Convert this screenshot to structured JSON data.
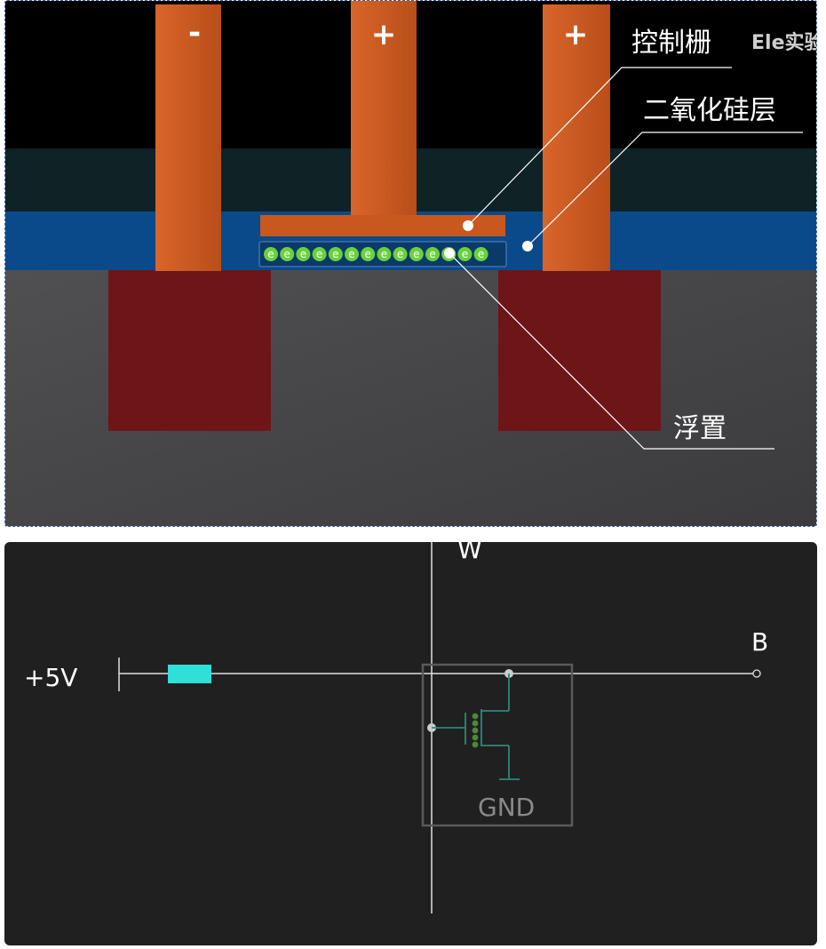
{
  "top_diagram": {
    "terminals": {
      "left_sign": "-",
      "middle_sign": "+",
      "right_sign": "+"
    },
    "labels": {
      "control_gate": "控制栅",
      "oxide_layer": "二氧化硅层",
      "floating_gate": "浮置"
    },
    "watermark": "Ele实验",
    "electron_symbol": "e",
    "electron_count": 14,
    "colors": {
      "background_top": "#000000",
      "dark_teal_band": "#0f2226",
      "oxide_blue": "#0a4a8a",
      "electrode_orange": "#c9581f",
      "substrate_gray": "#4a4a4c",
      "doped_red": "#6e1518",
      "electron_green": "#6ad13a"
    }
  },
  "bottom_circuit": {
    "supply_label": "+5V",
    "word_line_label": "W",
    "bit_line_label": "B",
    "ground_label": "GND",
    "colors": {
      "background": "#202020",
      "wire": "#e0e0e0",
      "resistor": "#2fe0d8",
      "transistor": "#2a8a7a",
      "cell_box": "#5a5a5a"
    }
  }
}
